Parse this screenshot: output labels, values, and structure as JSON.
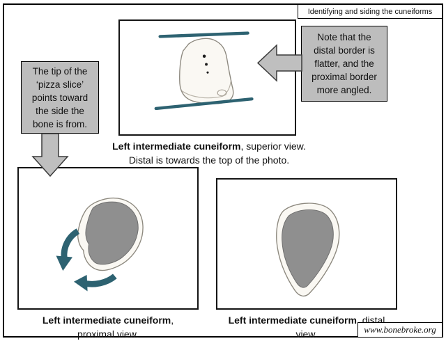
{
  "header": {
    "title": "Identifying and siding the cuneiforms"
  },
  "callouts": {
    "proximal_tip": "The tip of the ‘pizza slice’ points toward the side the bone is from.",
    "distal_border": "Note that the distal border is flatter, and the proximal border more angled."
  },
  "figures": {
    "superior": {
      "caption_name": "Left intermediate cuneiform",
      "caption_rest": ", superior view.",
      "caption_line2": "Distal is towards the top of the photo."
    },
    "proximal": {
      "caption_name": "Left intermediate cuneiform",
      "caption_rest": ",",
      "caption_line2": "proximal view."
    },
    "distal": {
      "caption_name": "Left intermediate cuneiform",
      "caption_rest": ", distal",
      "caption_line2": "view."
    }
  },
  "footer": {
    "url": "www.bonebroke.org"
  },
  "colors": {
    "teal_accent": "#2d6271",
    "callout_gray": "#bdbdbd",
    "slice_gray": "#8f8f8f",
    "bone_fill": "#faf8f3",
    "border_black": "#000000"
  }
}
